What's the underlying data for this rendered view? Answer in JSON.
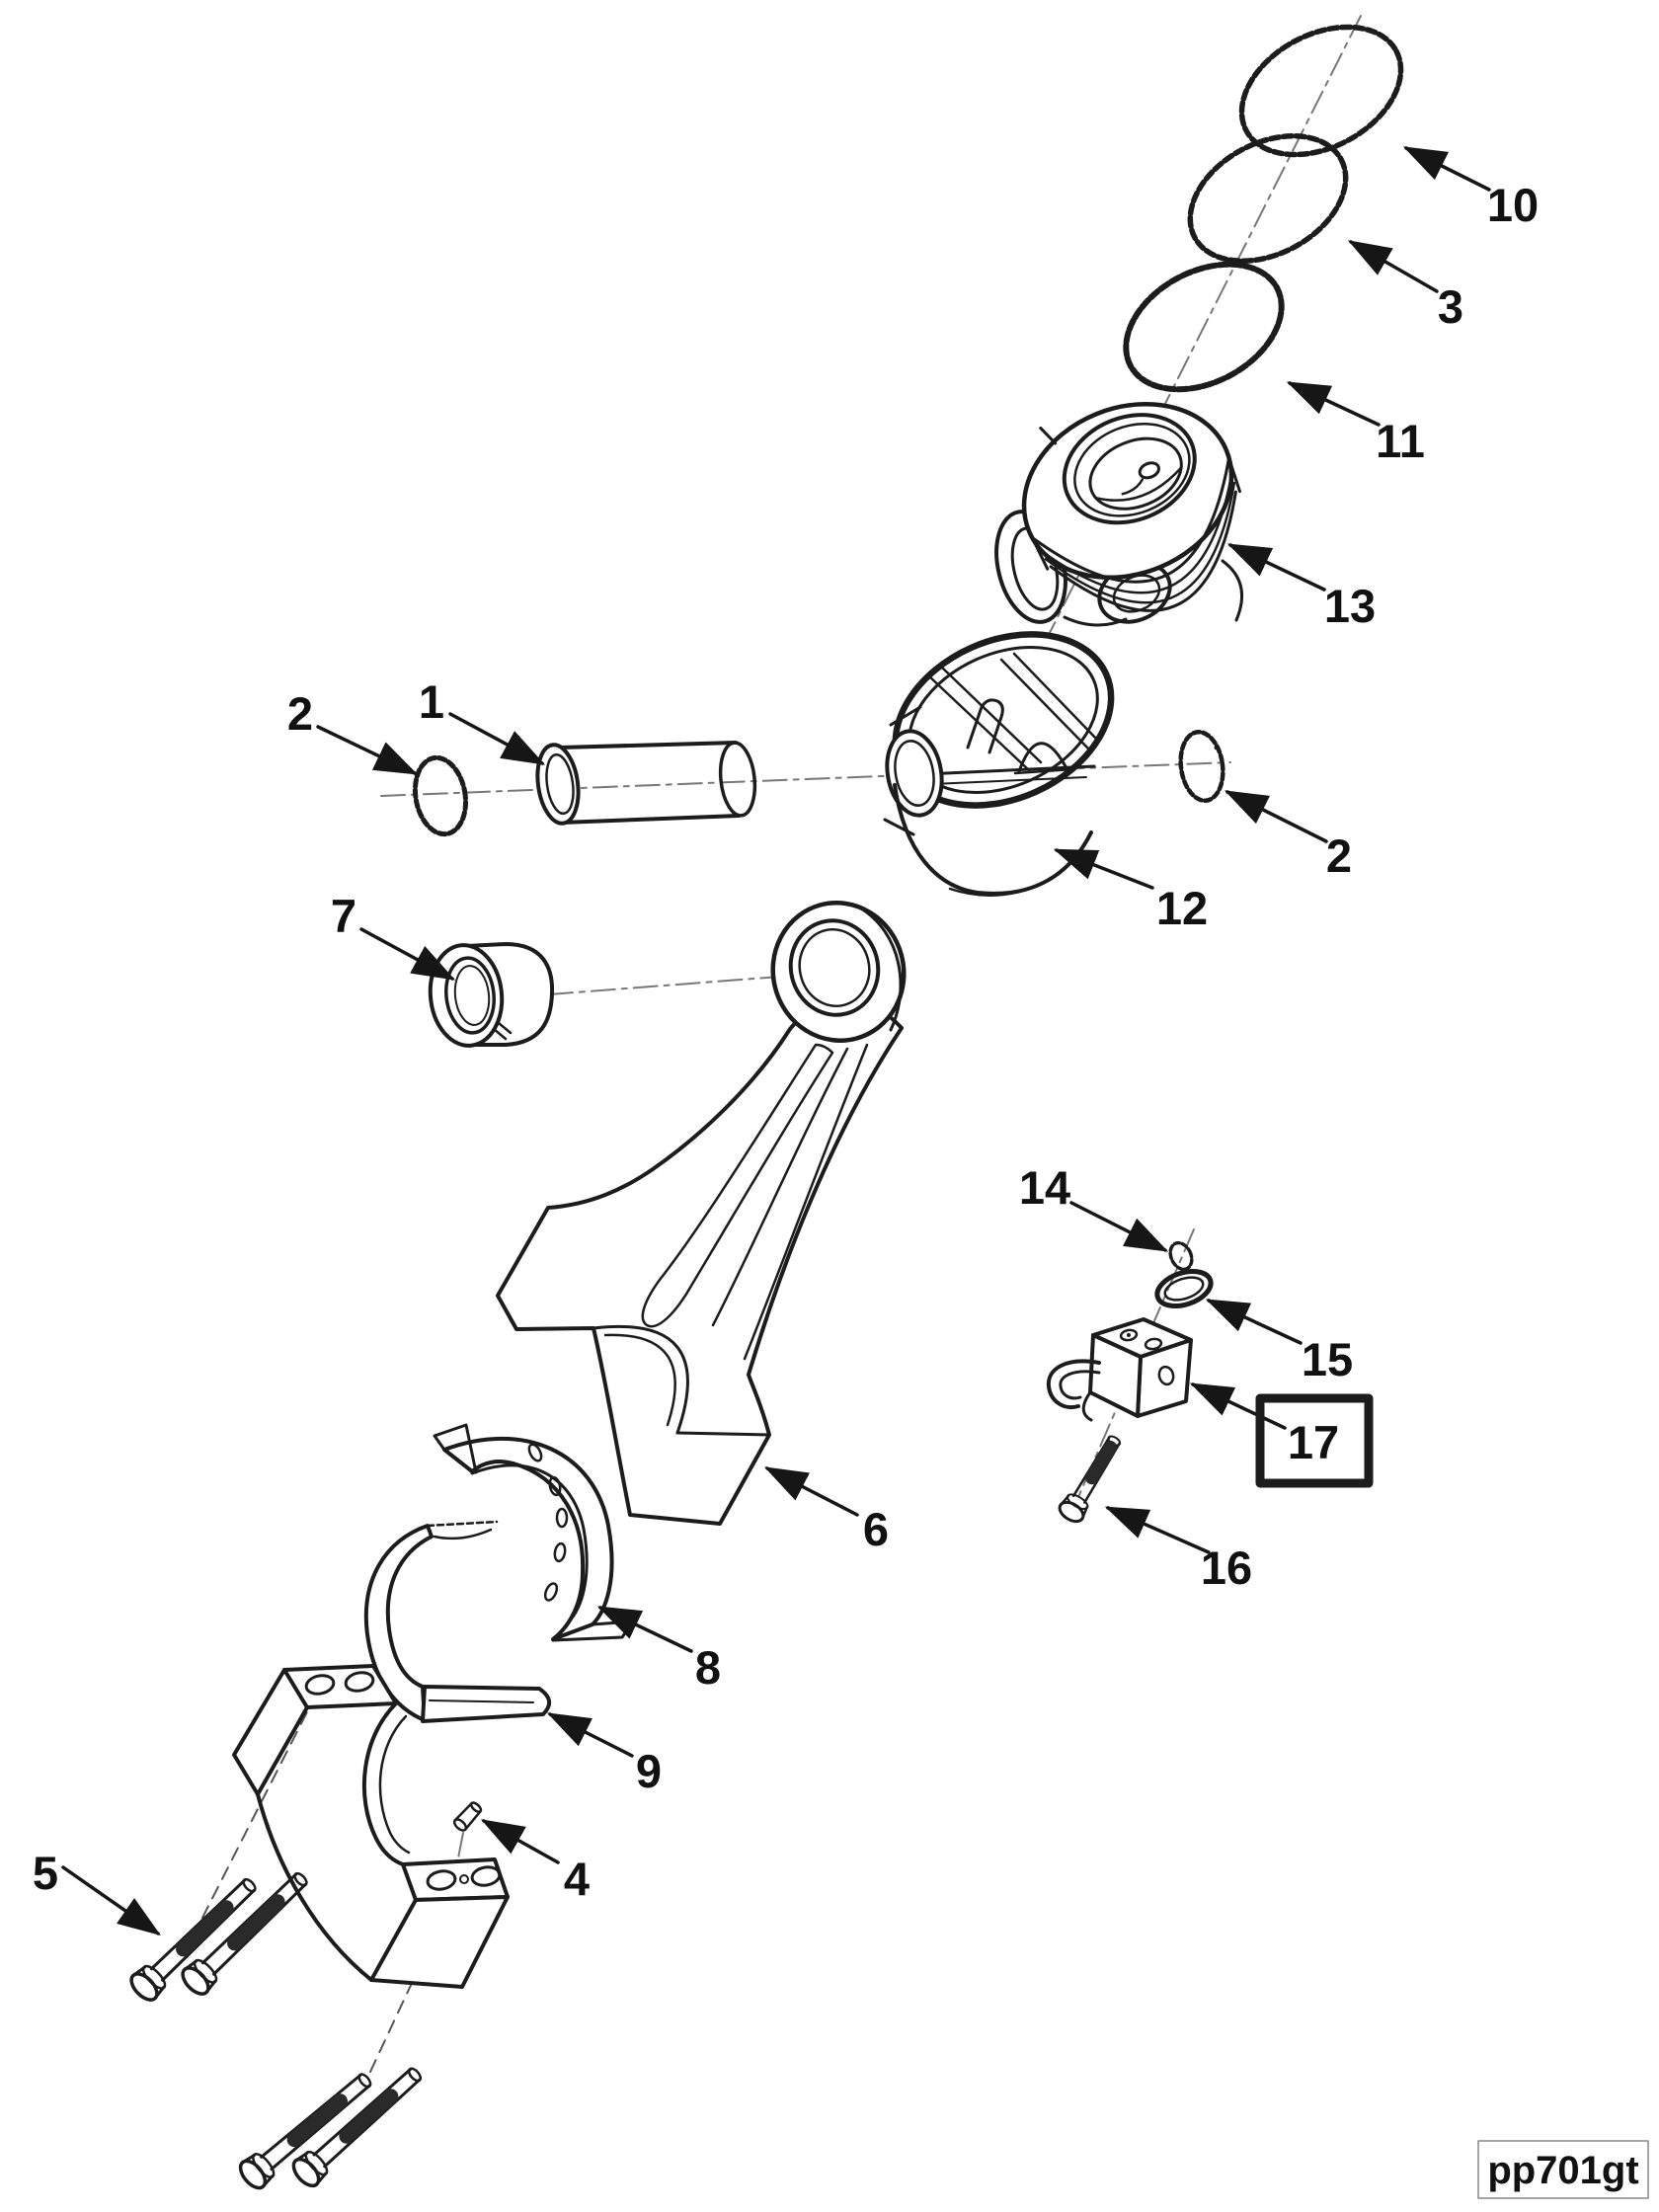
{
  "diagram": {
    "type": "exploded-parts-diagram",
    "background": "#ffffff",
    "line_color": "#1c1c1c",
    "callouts": {
      "1": "1",
      "2": "2",
      "3": "3",
      "4": "4",
      "5": "5",
      "6": "6",
      "7": "7",
      "8": "8",
      "9": "9",
      "10": "10",
      "11": "11",
      "12": "12",
      "13": "13",
      "14": "14",
      "15": "15",
      "16": "16",
      "17": "17"
    },
    "highlight": {
      "callout": "17",
      "color": "#ee0000"
    },
    "footer_code": "pp701gt"
  }
}
